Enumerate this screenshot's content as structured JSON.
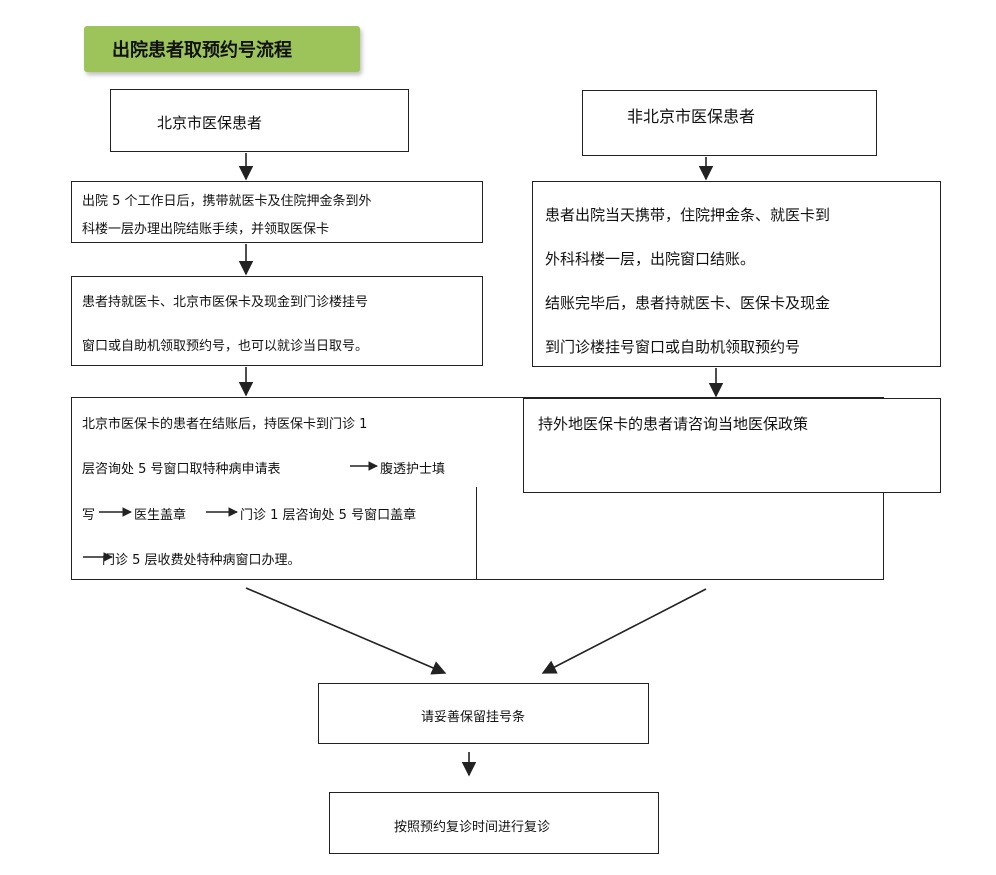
{
  "title": "出院患者取预约号流程",
  "left": {
    "header": "北京市医保患者",
    "step1": [
      "出院 5 个工作日后，携带就医卡及住院押金条到外",
      "科楼一层办理出院结账手续，并领取医保卡"
    ],
    "step2": [
      "患者持就医卡、北京市医保卡及现金到门诊楼挂号",
      "窗口或自助机领取预约号，也可以就诊当日取号。"
    ],
    "step3": {
      "line1": "北京市医保卡的患者在结账后，持医保卡到门诊 1",
      "line2": "层咨询处 5 号窗口取特种病申请表",
      "line2b": "腹透护士填",
      "line3a": "写",
      "line3b": "医生盖章",
      "line3c": "门诊 1 层咨询处 5 号窗口盖章",
      "line4": "门诊 5 层收费处特种病窗口办理。"
    }
  },
  "right": {
    "header": "非北京市医保患者",
    "step1": [
      "患者出院当天携带，住院押金条、就医卡到",
      "外科科楼一层，出院窗口结账。",
      "结账完毕后，患者持就医卡、医保卡及现金",
      "到门诊楼挂号窗口或自助机领取预约号"
    ],
    "step2": "持外地医保卡的患者请咨询当地医保政策"
  },
  "merge": "请妥善保留挂号条",
  "final": "按照预约复诊时间进行复诊",
  "colors": {
    "title_bg": "#9cc45a",
    "line": "#222222"
  }
}
